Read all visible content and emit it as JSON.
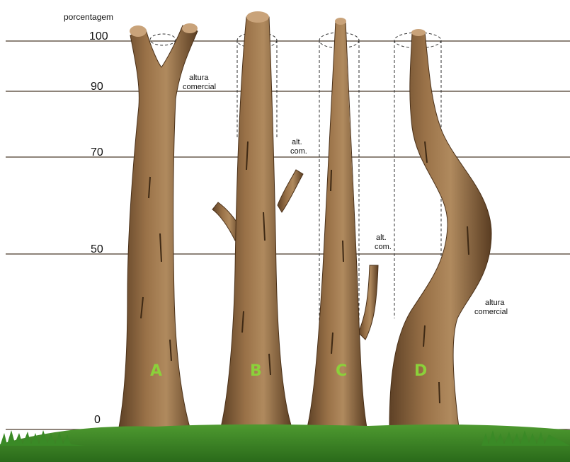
{
  "axis": {
    "title": "porcentagem",
    "ticks": [
      "100",
      "90",
      "70",
      "50",
      "0"
    ]
  },
  "annotations": {
    "a": [
      "altura",
      "comercial"
    ],
    "b": [
      "alt.",
      "com."
    ],
    "c": [
      "alt.",
      "com."
    ],
    "d": [
      "altura",
      "comercial"
    ]
  },
  "trees": {
    "a": "A",
    "b": "B",
    "c": "C",
    "d": "D"
  },
  "colors": {
    "line": "#4a3a2a",
    "bark": "#8a6440",
    "bark_dark": "#5e4126",
    "bark_light": "#b08a5e",
    "cut": "#c9a37a",
    "letter": "#8bd13a",
    "grass": "#3f8a2a",
    "grass_dark": "#2a6a1a",
    "dashed": "#333333"
  }
}
